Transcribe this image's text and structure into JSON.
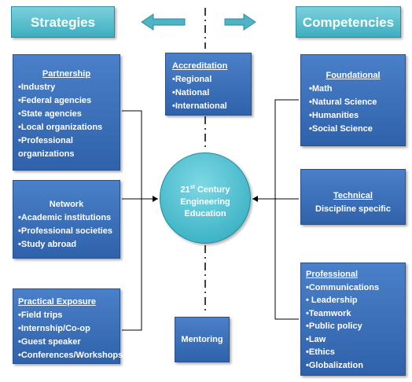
{
  "headers": {
    "left": "Strategies",
    "right": "Competencies"
  },
  "center": {
    "line1": "21",
    "sup": "st",
    "line1_rest": " Century",
    "line2": "Engineering",
    "line3": "Education"
  },
  "accreditation": {
    "title": "Accreditation",
    "items": [
      "Regional",
      "National",
      "International"
    ]
  },
  "mentoring": {
    "title": "Mentoring"
  },
  "partnership": {
    "title": "Partnership",
    "items": [
      "Industry",
      "Federal agencies",
      "State  agencies",
      "Local organizations",
      "Professional",
      "organizations"
    ]
  },
  "network": {
    "title": "Network",
    "items": [
      "Academic institutions",
      "Professional  societies",
      "Study abroad"
    ]
  },
  "practical": {
    "title": "Practical Exposure",
    "items": [
      "Field trips",
      "Internship/Co-op",
      "Guest speaker",
      "Conferences/Workshops"
    ]
  },
  "foundational": {
    "title": "Foundational",
    "items": [
      "Math",
      "Natural Science",
      "Humanities",
      "Social Science"
    ]
  },
  "technical": {
    "title": "Technical",
    "subtitle": "Discipline specific"
  },
  "professional": {
    "title": "Professional",
    "items": [
      "Communications",
      " Leadership",
      "Teamwork",
      "Public policy",
      "Law",
      "Ethics",
      "Globalization"
    ]
  },
  "colors": {
    "box": "#3a6fb8",
    "header": "#5ec0d0",
    "circle": "#4cc0d0"
  }
}
